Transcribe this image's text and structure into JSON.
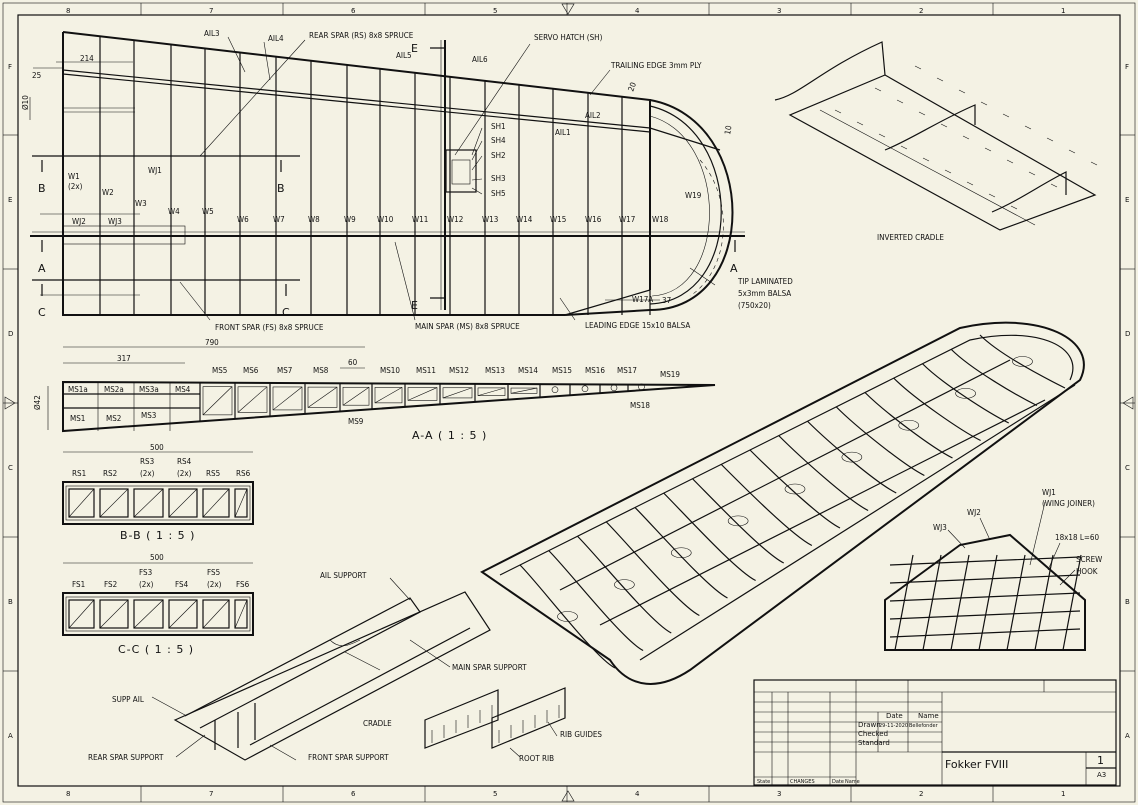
{
  "border": {
    "col_top": [
      "8",
      "7",
      "6",
      "5",
      "4",
      "3",
      "2",
      "1"
    ],
    "col_bottom": [
      "8",
      "7",
      "6",
      "5",
      "4",
      "3",
      "2",
      "1"
    ],
    "row_left": [
      "F",
      "E",
      "D",
      "C",
      "B",
      "A"
    ],
    "row_right": [
      "F",
      "E",
      "D",
      "C",
      "B",
      "A"
    ]
  },
  "plan": {
    "labels": {
      "ail3": "AIL3",
      "ail4": "AIL4",
      "ail5": "AIL5",
      "ail6": "AIL6",
      "ail1": "AIL1",
      "ail2": "AIL2",
      "rear_spar": "REAR SPAR (RS) 8x8 SPRUCE",
      "servo": "SERVO HATCH (SH)",
      "trailing": "TRAILING EDGE 3mm PLY",
      "front_spar": "FRONT SPAR (FS) 8x8 SPRUCE",
      "main_spar": "MAIN SPAR (MS) 8x8 SPRUCE",
      "leading": "LEADING EDGE 15x10 BALSA",
      "tip1": "TIP LAMINATED",
      "tip2": "5x3mm BALSA",
      "tip3": "(750x20)",
      "sh1": "SH1",
      "sh4": "SH4",
      "sh2": "SH2",
      "sh3": "SH3",
      "sh5": "SH5",
      "wj1": "WJ1",
      "wj2": "WJ2",
      "wj3": "WJ3",
      "w1": "W1",
      "w1b": "(2x)",
      "w2": "W2",
      "w3": "W3",
      "w17a": "W17A"
    },
    "ribs": [
      "W4",
      "W5",
      "W6",
      "W7",
      "W8",
      "W9",
      "W10",
      "W11",
      "W12",
      "W13",
      "W14",
      "W15",
      "W16",
      "W17",
      "W18"
    ],
    "w19": "W19",
    "dims": {
      "d214": "214",
      "d25": "25",
      "d10": "Ø10",
      "d20": "20",
      "d10b": "10",
      "d37": "37"
    },
    "cuts": {
      "a": "A",
      "b": "B",
      "c": "C",
      "e": "E"
    }
  },
  "section_aa": {
    "title": "A-A ( 1 : 5 )",
    "dims": {
      "d790": "790",
      "d317": "317",
      "d60": "60",
      "d42": "Ø42"
    },
    "top": [
      "MS1a",
      "MS2a",
      "MS3a",
      "MS4"
    ],
    "bottom": [
      "MS1",
      "MS2",
      "MS3"
    ],
    "over": [
      "MS5",
      "MS6",
      "MS7",
      "MS8",
      "MS10",
      "MS11",
      "MS12",
      "MS13",
      "MS14",
      "MS15",
      "MS16",
      "MS17",
      "MS19"
    ],
    "ms9": "MS9",
    "ms18": "MS18"
  },
  "section_bb": {
    "title": "B-B ( 1 : 5 )",
    "dim": "500",
    "labels": [
      "RS1",
      "RS2",
      "RS3",
      "RS4",
      "RS5",
      "RS6"
    ],
    "subs": {
      "rs3": "(2x)",
      "rs4": "(2x)"
    }
  },
  "section_cc": {
    "title": "C-C ( 1 : 5 )",
    "dim": "500",
    "labels": [
      "FS1",
      "FS2",
      "FS3",
      "FS4",
      "FS5",
      "FS6"
    ],
    "subs": {
      "fs3": "(2x)",
      "fs5": "(2x)"
    }
  },
  "cradle_iso": {
    "label": "INVERTED CRADLE"
  },
  "cradle": {
    "ail_support": "AIL SUPPORT",
    "main_spar_support": "MAIN SPAR SUPPORT",
    "cradle": "CRADLE",
    "supp_ail": "SUPP AIL",
    "rear_spar_support": "REAR SPAR SUPPORT",
    "front_spar_support": "FRONT SPAR SUPPORT",
    "rib_guides": "RIB GUIDES",
    "root_rib": "ROOT RIB"
  },
  "detail": {
    "wj1": "WJ1",
    "wj1_sub": "(WING JOINER)",
    "wj2": "WJ2",
    "wj3": "WJ3",
    "dim": "18x18 L=60",
    "screw1": "SCREW",
    "screw2": "HOOK"
  },
  "title_block": {
    "h_date": "Date",
    "h_name": "Name",
    "r1": "Drawn",
    "r2": "Checked",
    "r3": "Standard",
    "date": "29-11-2020",
    "name": "Bellefonder",
    "drawing_title": "Fokker FVIII",
    "sheet": "1",
    "size": "A3",
    "state": "State",
    "changes": "CHANGES",
    "date_col": "Date",
    "name_col": "Name"
  },
  "colors": {
    "paper": "#f4f2e4",
    "ink": "#111111"
  }
}
